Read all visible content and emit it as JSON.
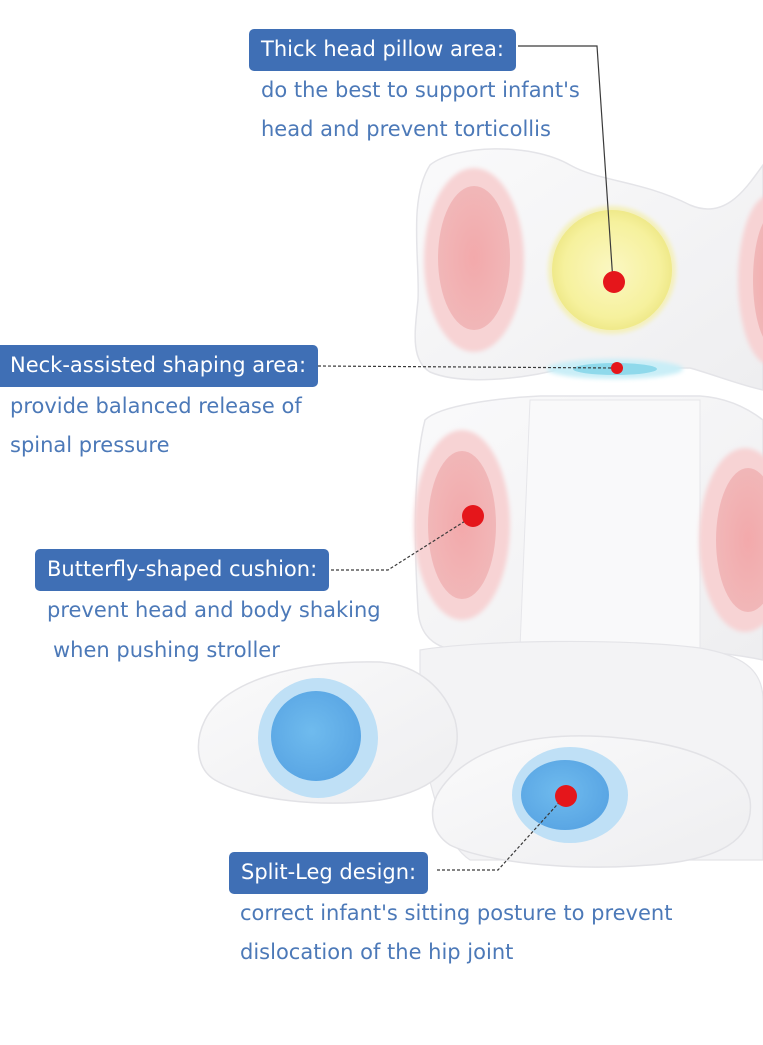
{
  "callouts": {
    "head": {
      "title": "Thick head pillow area:",
      "lines": [
        "do the best to support infant's",
        "head and prevent torticollis"
      ]
    },
    "neck": {
      "title": "Neck-assisted shaping area:",
      "lines": [
        "provide balanced release of",
        "spinal pressure"
      ]
    },
    "butterfly": {
      "title": "Butterfly-shaped cushion:",
      "lines": [
        "prevent head and body shaking",
        "when pushing stroller"
      ]
    },
    "leg": {
      "title": "Split-Leg design:",
      "lines": [
        "correct infant's sitting posture to prevent",
        "dislocation of the hip joint"
      ]
    }
  },
  "colors": {
    "label_bg": "#3f6fb5",
    "label_text": "#ffffff",
    "desc_text": "#4c79b8",
    "marker": "#e5161b",
    "head_pillow": "#f6f1a1",
    "side_pad": "#f2aeb0",
    "leg_pad": "#6db4ea",
    "neck_strip": "#8fd9eb",
    "cushion_body": "#f6f6f7"
  }
}
